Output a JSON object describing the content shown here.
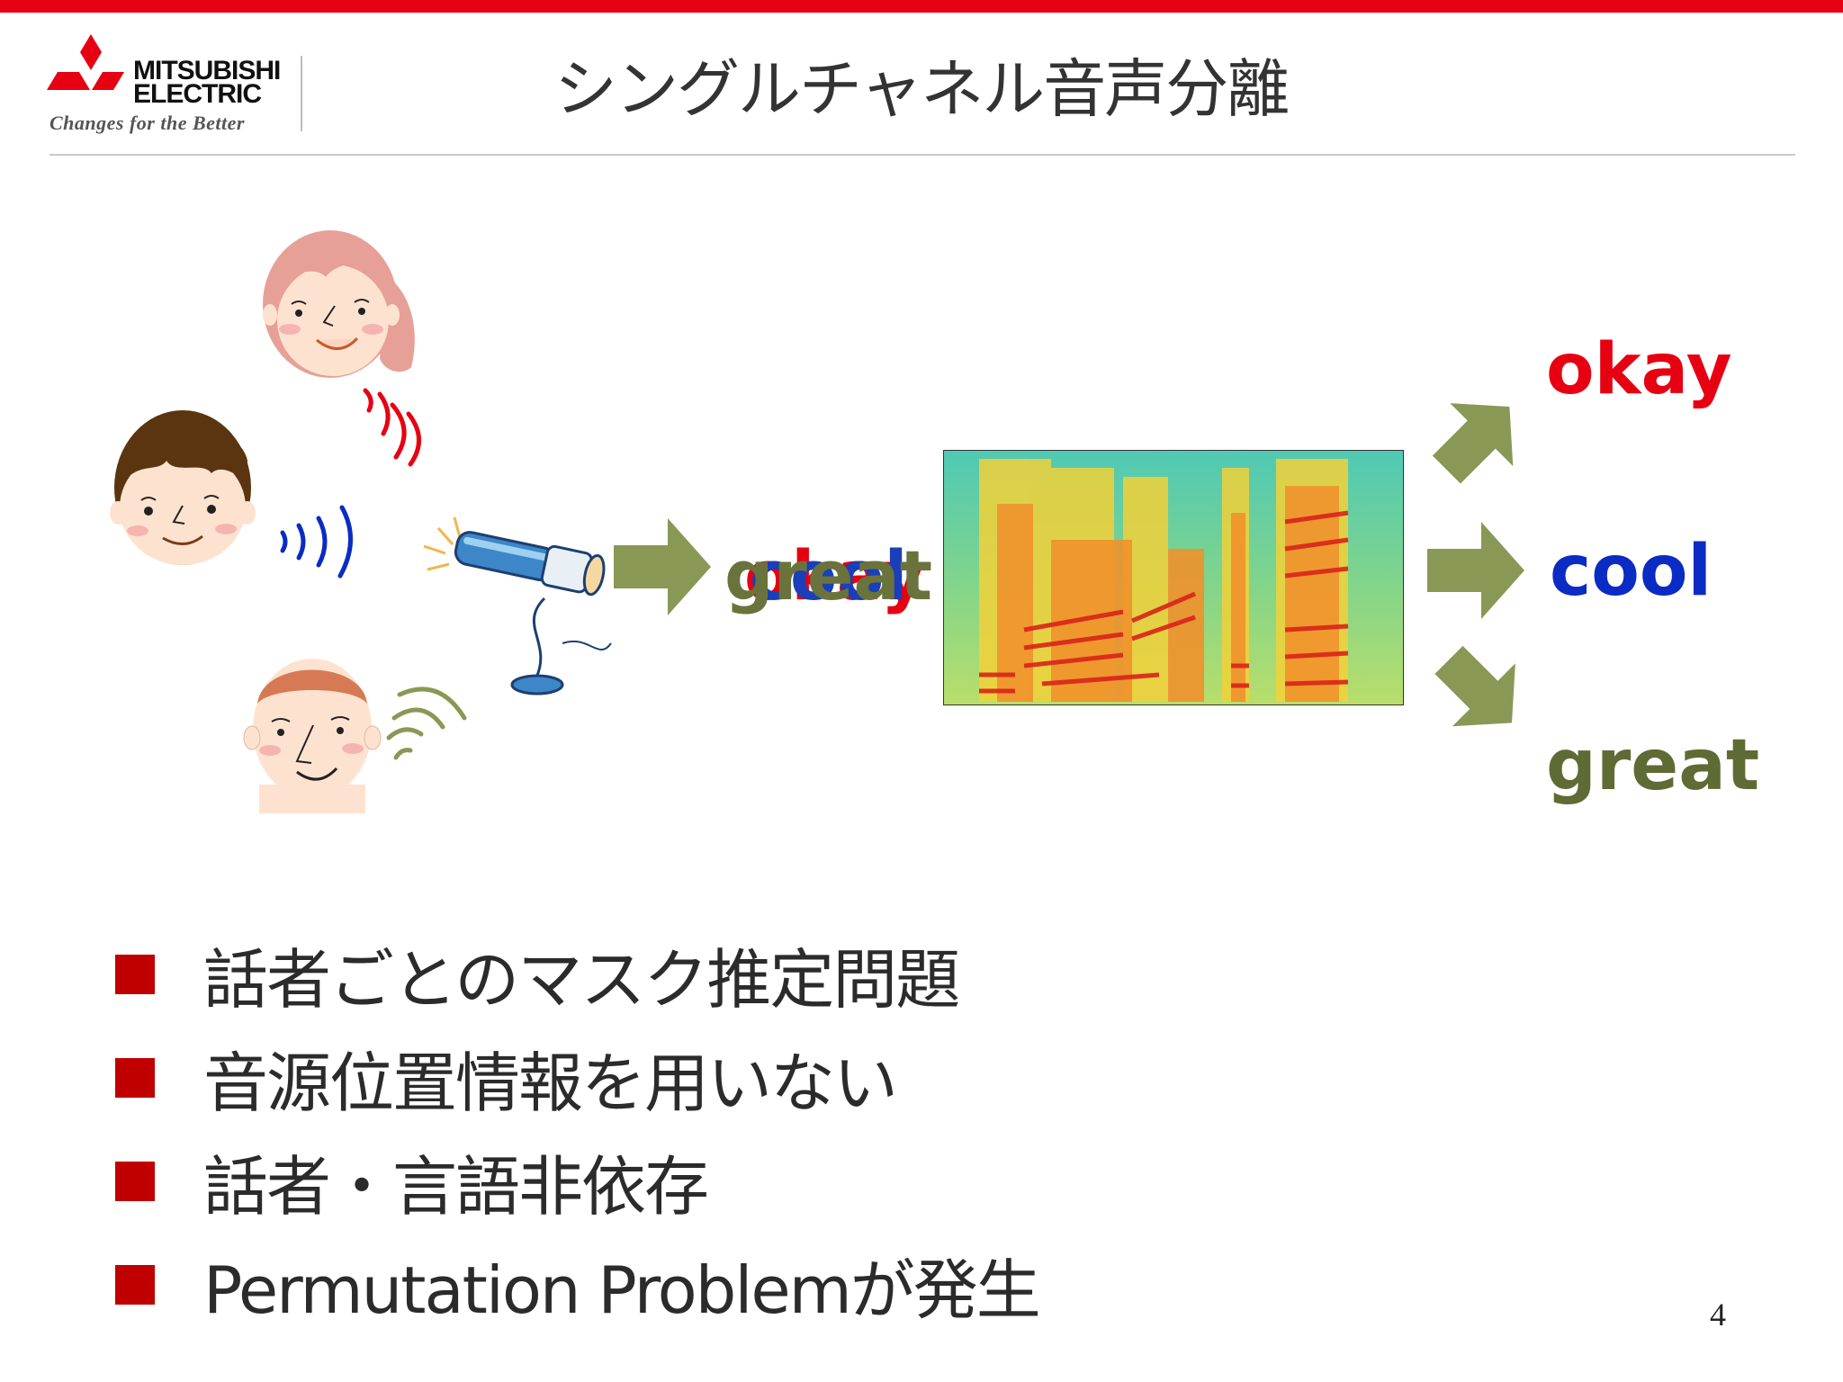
{
  "header": {
    "brand_line1": "MITSUBISHI",
    "brand_line2": "ELECTRIC",
    "tagline": "Changes for the Better",
    "title": "シングルチャネル音声分離"
  },
  "diagram": {
    "mixed_words": [
      "okay",
      "cool",
      "great"
    ],
    "outputs": {
      "top": "okay",
      "middle": "cool",
      "bottom": "great"
    },
    "colors": {
      "red": "#e60012",
      "blue": "#0a2bc4",
      "green": "#5f6b34",
      "arrow_fill": "#8a9856"
    }
  },
  "bullets": [
    "話者ごとのマスク推定問題",
    "音源位置情報を用いない",
    "話者・言語非依存",
    "Permutation Problemが発生"
  ],
  "page_number": "4"
}
